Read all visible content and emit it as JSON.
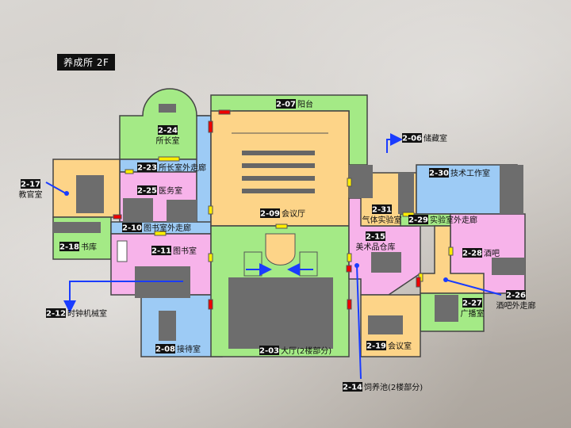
{
  "floor_title": "养成所 2F",
  "colors": {
    "green": "#a4ea86",
    "yellow": "#fdd488",
    "blue": "#9dcbf5",
    "pink": "#f7b3ea",
    "gray": "#6d6d6d",
    "dark_gray": "#555555",
    "marker_blue": "#1a3cff",
    "door_yellow": "#ffee00",
    "door_red": "#ee0000"
  },
  "rooms": [
    {
      "code": "2-24",
      "name": "所长室"
    },
    {
      "code": "2-07",
      "name": "阳台"
    },
    {
      "code": "2-06",
      "name": "储藏室"
    },
    {
      "code": "2-23",
      "name": "所长室外走廊"
    },
    {
      "code": "2-17",
      "name": "教官室"
    },
    {
      "code": "2-25",
      "name": "医务室"
    },
    {
      "code": "2-30",
      "name": "技术工作室"
    },
    {
      "code": "2-09",
      "name": "会议厅"
    },
    {
      "code": "2-31",
      "name": "气体实验室"
    },
    {
      "code": "2-29",
      "name": "实验室外走廊"
    },
    {
      "code": "2-10",
      "name": "图书室外走廊"
    },
    {
      "code": "2-15",
      "name": "美术品仓库"
    },
    {
      "code": "2-18",
      "name": "书库"
    },
    {
      "code": "2-11",
      "name": "图书室"
    },
    {
      "code": "2-28",
      "name": "酒吧"
    },
    {
      "code": "2-26",
      "name": "酒吧外走廊"
    },
    {
      "code": "2-12",
      "name": "时钟机械室"
    },
    {
      "code": "2-27",
      "name": "广播室"
    },
    {
      "code": "2-08",
      "name": "接待室"
    },
    {
      "code": "2-03",
      "name": "大厅(2楼部分)"
    },
    {
      "code": "2-19",
      "name": "会议室"
    },
    {
      "code": "2-14",
      "name": "饲养池(2楼部分)"
    }
  ]
}
